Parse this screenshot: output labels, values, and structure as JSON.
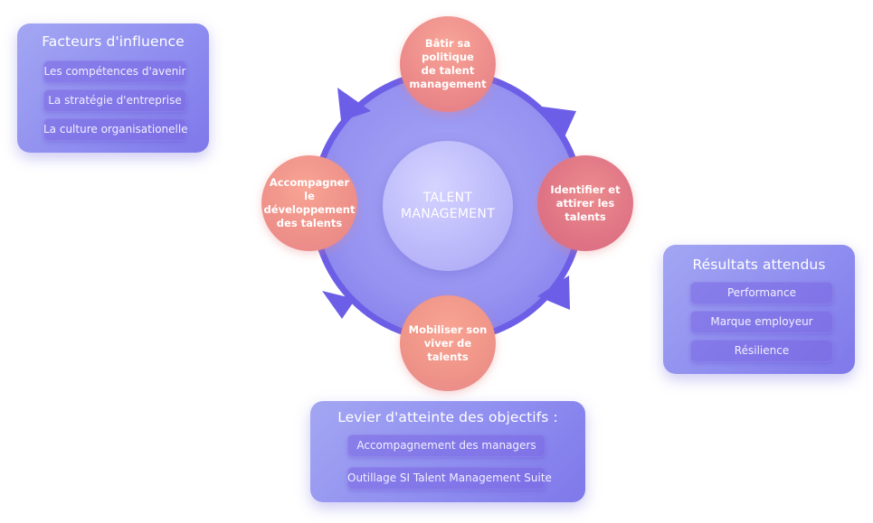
{
  "colors": {
    "ring": "#6c5ee6",
    "panel": "#8f8ef0",
    "node_light": "#f59c91",
    "node_dark": "#dc7383"
  },
  "influence": {
    "title": "Facteurs d'influence",
    "items": [
      "Les compétences d'avenir",
      "La stratégie d'entreprise",
      "La culture organisationelle"
    ]
  },
  "cycle": {
    "center": "TALENT\nMANAGEMENT",
    "nodes": {
      "top": "Bâtir sa politique\nde talent\nmanagement",
      "right": "Identifier et\nattirer les\ntalents",
      "bottom": "Mobiliser son\nviver de talents",
      "left": "Accompagner le\ndéveloppement\ndes talents"
    }
  },
  "results": {
    "title": "Résultats attendus",
    "items": [
      "Performance",
      "Marque employeur",
      "Résilience"
    ]
  },
  "levers": {
    "title": "Levier d'atteinte des objectifs :",
    "items": [
      "Accompagnement des managers",
      "Outillage SI Talent Management Suite"
    ]
  }
}
